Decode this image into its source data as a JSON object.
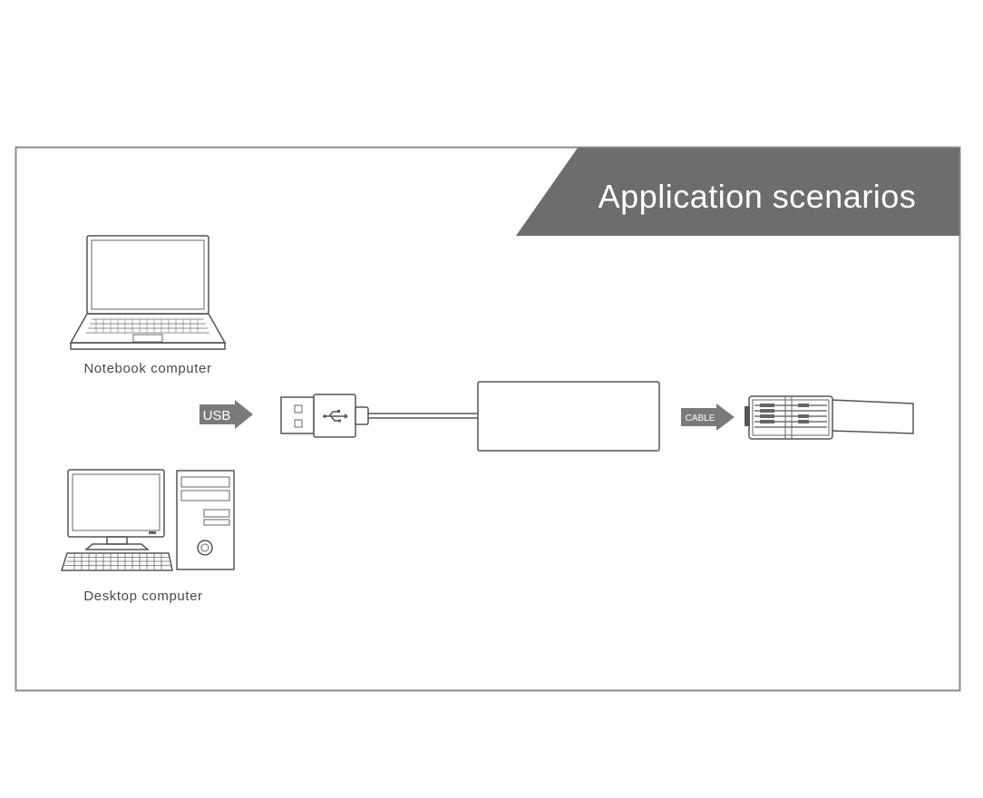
{
  "header": {
    "title": "Application scenarios"
  },
  "devices": {
    "notebook_label": "Notebook computer",
    "desktop_label": "Desktop computer"
  },
  "arrows": {
    "usb_label": "USB",
    "cable_label": "CABLE"
  },
  "colors": {
    "banner": "#6d6d6d",
    "arrow": "#7a7a7a",
    "frame": "#8c8c8c",
    "line": "#555555"
  }
}
